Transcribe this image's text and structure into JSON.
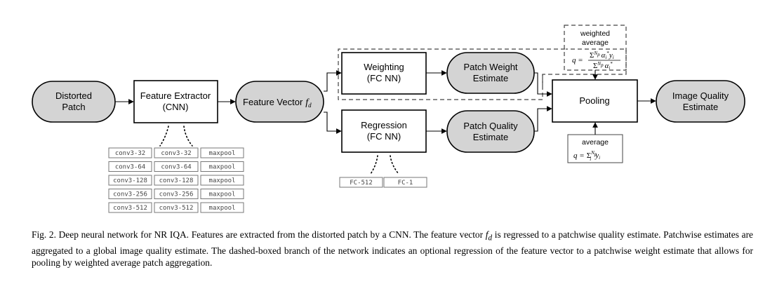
{
  "nodes": {
    "distorted_patch": [
      "Distorted",
      "Patch"
    ],
    "feature_extractor": [
      "Feature Extractor",
      "(CNN)"
    ],
    "feature_vector": "Feature Vector",
    "feature_vector_symbol": "f",
    "feature_vector_subscript": "d",
    "weighting": [
      "Weighting",
      "(FC NN)"
    ],
    "regression": [
      "Regression",
      "(FC NN)"
    ],
    "patch_weight_estimate": [
      "Patch Weight",
      "Estimate"
    ],
    "patch_quality_estimate": [
      "Patch Quality",
      "Estimate"
    ],
    "pooling": "Pooling",
    "image_quality_estimate": [
      "Image Quality",
      "Estimate"
    ]
  },
  "weighted_average": {
    "label": [
      "weighted",
      "average"
    ],
    "formula_lhs": "q =",
    "formula_num": "Σ",
    "formula_num_tail": "α",
    "formula_num_y": "y",
    "formula_den": "Σ",
    "formula_den_tail": "α",
    "sup": "N",
    "sup_sub": "p",
    "sub_i": "i",
    "star": "*"
  },
  "average": {
    "label": "average",
    "formula_lhs": "q =",
    "formula_sum": "Σ",
    "formula_y": "y",
    "sup": "N",
    "sup_sub": "p",
    "sub_i": "i"
  },
  "cnn_layers": [
    [
      "conv3-32",
      "conv3-32",
      "maxpool"
    ],
    [
      "conv3-64",
      "conv3-64",
      "maxpool"
    ],
    [
      "conv3-128",
      "conv3-128",
      "maxpool"
    ],
    [
      "conv3-256",
      "conv3-256",
      "maxpool"
    ],
    [
      "conv3-512",
      "conv3-512",
      "maxpool"
    ]
  ],
  "fc_layers": [
    "FC-512",
    "FC-1"
  ],
  "caption": {
    "label": "Fig. 2.",
    "text_before": "Deep neural network for NR IQA. Features are extracted from the distorted patch by a CNN. The feature vector",
    "symbol": "f",
    "symbol_sub": "d",
    "text_after": "is regressed to a patchwise quality estimate. Patchwise estimates are aggregated to a global image quality estimate. The dashed-boxed branch of the network indicates an optional regression of the feature vector to a patchwise weight estimate that allows for pooling by weighted average patch aggregation."
  }
}
